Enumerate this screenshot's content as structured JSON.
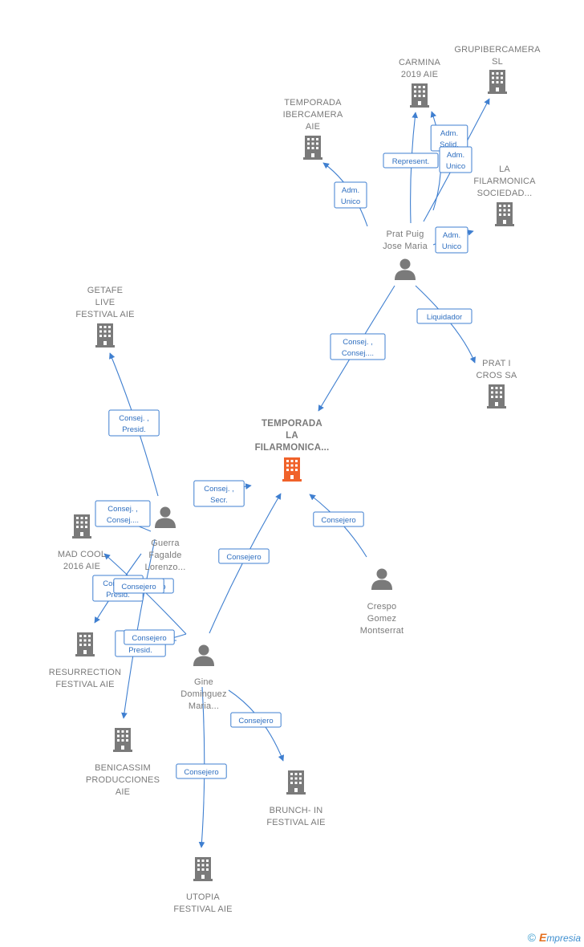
{
  "colors": {
    "edge": "#3f7fd0",
    "company_icon": "#7a7a7a",
    "main_company_icon": "#f0622a",
    "person_icon": "#7a7a7a",
    "label_text": "#7a7a7a"
  },
  "nodes": [
    {
      "id": "temporada_filarmonica",
      "type": "company",
      "main": true,
      "label": [
        "TEMPORADA",
        "LA",
        "FILARMONICA..."
      ]
    },
    {
      "id": "temporada_ibercamera",
      "type": "company",
      "label": [
        "TEMPORADA",
        "IBERCAMERA",
        "AIE"
      ]
    },
    {
      "id": "carmina",
      "type": "company",
      "label": [
        "CARMINA",
        "2019  AIE"
      ]
    },
    {
      "id": "grupibercamera",
      "type": "company",
      "label": [
        "GRUPIBERCAMERA",
        "SL"
      ]
    },
    {
      "id": "la_filarmonica",
      "type": "company",
      "label": [
        "LA",
        "FILARMONICA",
        "SOCIEDAD..."
      ]
    },
    {
      "id": "prat_puig",
      "type": "person",
      "label": [
        "Prat Puig",
        "Jose Maria"
      ]
    },
    {
      "id": "prat_i_cros",
      "type": "company",
      "label": [
        "PRAT I",
        "CROS SA"
      ]
    },
    {
      "id": "getafe",
      "type": "company",
      "label": [
        "GETAFE",
        "LIVE",
        "FESTIVAL  AIE"
      ]
    },
    {
      "id": "guerra",
      "type": "person",
      "label": [
        "Guerra",
        "Fagalde",
        "Lorenzo..."
      ]
    },
    {
      "id": "mad_cool",
      "type": "company",
      "label": [
        "MAD COOL",
        "2016 AIE"
      ]
    },
    {
      "id": "resurrection",
      "type": "company",
      "label": [
        "RESURRECTION",
        "FESTIVAL AIE"
      ]
    },
    {
      "id": "benicassim",
      "type": "company",
      "label": [
        "BENICASSIM",
        "PRODUCCIONES",
        "AIE"
      ]
    },
    {
      "id": "crespo",
      "type": "person",
      "label": [
        "Crespo",
        "Gomez",
        "Montserrat"
      ]
    },
    {
      "id": "gine",
      "type": "person",
      "label": [
        "Gine",
        "Dominguez",
        "Maria..."
      ]
    },
    {
      "id": "brunch",
      "type": "company",
      "label": [
        "BRUNCH- IN",
        "FESTIVAL  AIE"
      ]
    },
    {
      "id": "utopia",
      "type": "company",
      "label": [
        "UTOPIA",
        "FESTIVAL AIE"
      ]
    }
  ],
  "edges": [
    {
      "from": "prat_puig",
      "to": "temporada_ibercamera",
      "label": [
        "Adm.",
        "Unico"
      ]
    },
    {
      "from": "prat_puig",
      "to": "carmina",
      "label": [
        "Represent."
      ]
    },
    {
      "from": "prat_puig",
      "to": "carmina",
      "label": [
        "Adm.",
        "Solid."
      ]
    },
    {
      "from": "prat_puig",
      "to": "grupibercamera",
      "label": [
        "Adm.",
        "Unico"
      ]
    },
    {
      "from": "prat_puig",
      "to": "la_filarmonica",
      "label": [
        "Adm.",
        "Unico"
      ]
    },
    {
      "from": "prat_puig",
      "to": "prat_i_cros",
      "label": [
        "Liquidador"
      ]
    },
    {
      "from": "prat_puig",
      "to": "temporada_filarmonica",
      "label": [
        "Consej. ,",
        "Consej...."
      ]
    },
    {
      "from": "guerra",
      "to": "getafe",
      "label": [
        "Consej. ,",
        "Presid."
      ]
    },
    {
      "from": "guerra",
      "to": "temporada_filarmonica",
      "label": [
        "Consej. ,",
        "Secr."
      ]
    },
    {
      "from": "guerra",
      "to": "mad_cool",
      "label": [
        "Consej. ,",
        "Consej...."
      ]
    },
    {
      "from": "guerra",
      "to": "resurrection",
      "label": [
        "Consej. ,",
        "Presid."
      ]
    },
    {
      "from": "guerra",
      "to": "benicassim",
      "label": [
        "Consejero"
      ]
    },
    {
      "from": "crespo",
      "to": "temporada_filarmonica",
      "label": [
        "Consejero"
      ]
    },
    {
      "from": "gine",
      "to": "temporada_filarmonica",
      "label": [
        "Consejero"
      ]
    },
    {
      "from": "gine",
      "to": "mad_cool",
      "label": [
        "Consejero"
      ]
    },
    {
      "from": "gine",
      "to": "resurrection",
      "label": [
        "Consej. ,",
        "Presid."
      ]
    },
    {
      "from": "gine",
      "to": "benicassim",
      "label": [
        "Consejero"
      ]
    },
    {
      "from": "gine",
      "to": "brunch",
      "label": [
        "Consejero"
      ]
    },
    {
      "from": "gine",
      "to": "utopia",
      "label": [
        "Consejero"
      ]
    }
  ],
  "brand": {
    "copyright": "©",
    "initial": "E",
    "rest": "mpresia"
  }
}
